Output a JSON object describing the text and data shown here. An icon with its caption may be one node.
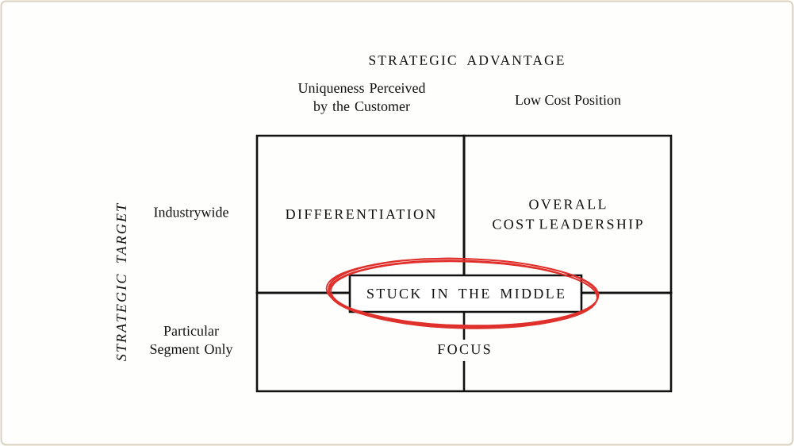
{
  "diagram": {
    "nodes": [
      {
        "text": [
          "DIFFERENTIATION"
        ]
      },
      {
        "text": [
          "OVERALL COST LEADERSHIP"
        ]
      },
      {
        "text": [
          "STUCK IN THE MIDDLE"
        ]
      },
      {
        "text": [
          "FOCUS"
        ]
      }
    ],
    "labels": [
      "STRATEGIC ADVANTAGE",
      "Uniqueness Perceived by the Customer",
      "Low Cost Position",
      "STRATEGIC TARGET",
      "Industrywide",
      "Particular Segment Only"
    ]
  }
}
